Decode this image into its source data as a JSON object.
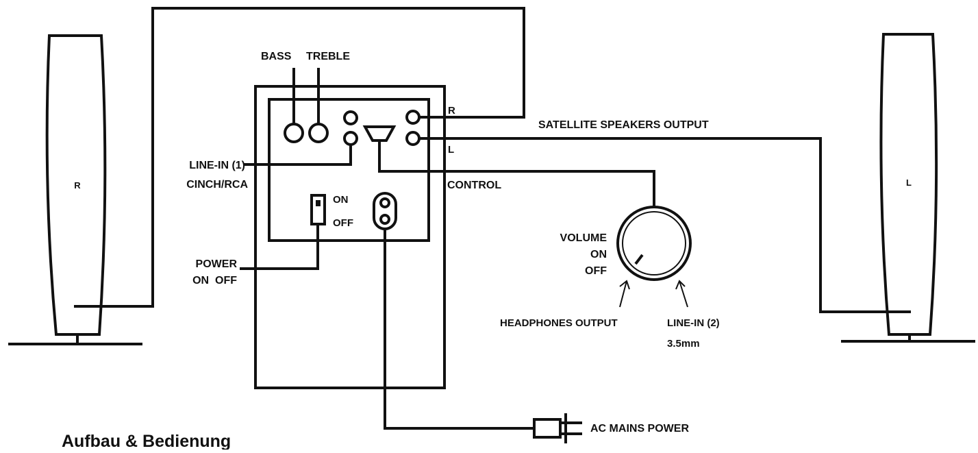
{
  "colors": {
    "line": "#111111",
    "background": "#ffffff"
  },
  "speakers": {
    "right_label": "R",
    "left_label": "L"
  },
  "subwoofer": {
    "bass": "BASS",
    "treble": "TREBLE",
    "out_r": "R",
    "out_l": "L",
    "satellite_output": "SATELLITE SPEAKERS OUTPUT",
    "line_in_1": "LINE-IN (1)",
    "cinch_rca": "CINCH/RCA",
    "control": "CONTROL",
    "switch_on": "ON",
    "switch_off": "OFF",
    "power_line1": "POWER",
    "power_line2": "ON  OFF"
  },
  "control_pod": {
    "volume": "VOLUME",
    "on": "ON",
    "off": "OFF",
    "headphones": "HEADPHONES OUTPUT",
    "line_in_2": "LINE-IN (2)",
    "line_in_2_size": "3.5mm"
  },
  "power": {
    "ac_mains": "AC MAINS POWER"
  },
  "caption": "Aufbau & Bedienung"
}
